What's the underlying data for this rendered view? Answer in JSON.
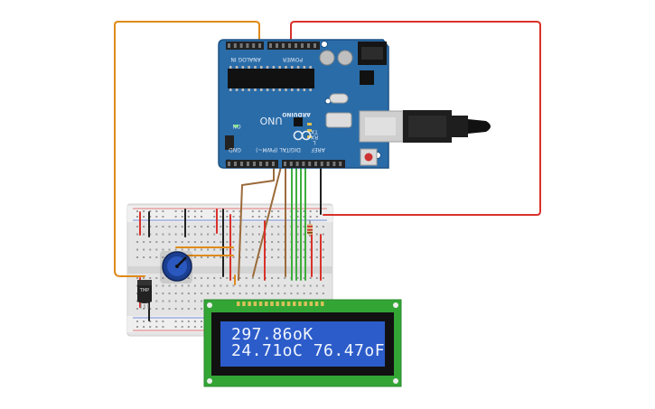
{
  "board": {
    "name": "UNO",
    "brand": "ARDUINO",
    "labels": {
      "power": "POWER",
      "analog_in": "ANALOG IN",
      "digital": "DIGITAL (PWM~)",
      "gnd": "GND",
      "aref": "AREF",
      "tx": "TX",
      "rx": "RX",
      "l": "L",
      "on": "ON"
    }
  },
  "sensor": {
    "label": "TMP"
  },
  "lcd": {
    "line1": "297.86oK",
    "line2": "24.71oC 76.47oF"
  },
  "colors": {
    "board": "#2a6ca8",
    "lcd_bg": "#2c5cc9",
    "wire_power": "#d9312a",
    "wire_signal": "#e08a1a",
    "wire_data": "#3fae3f",
    "wire_brown": "#9b6a3a",
    "breadboard": "#e6e6e6"
  }
}
